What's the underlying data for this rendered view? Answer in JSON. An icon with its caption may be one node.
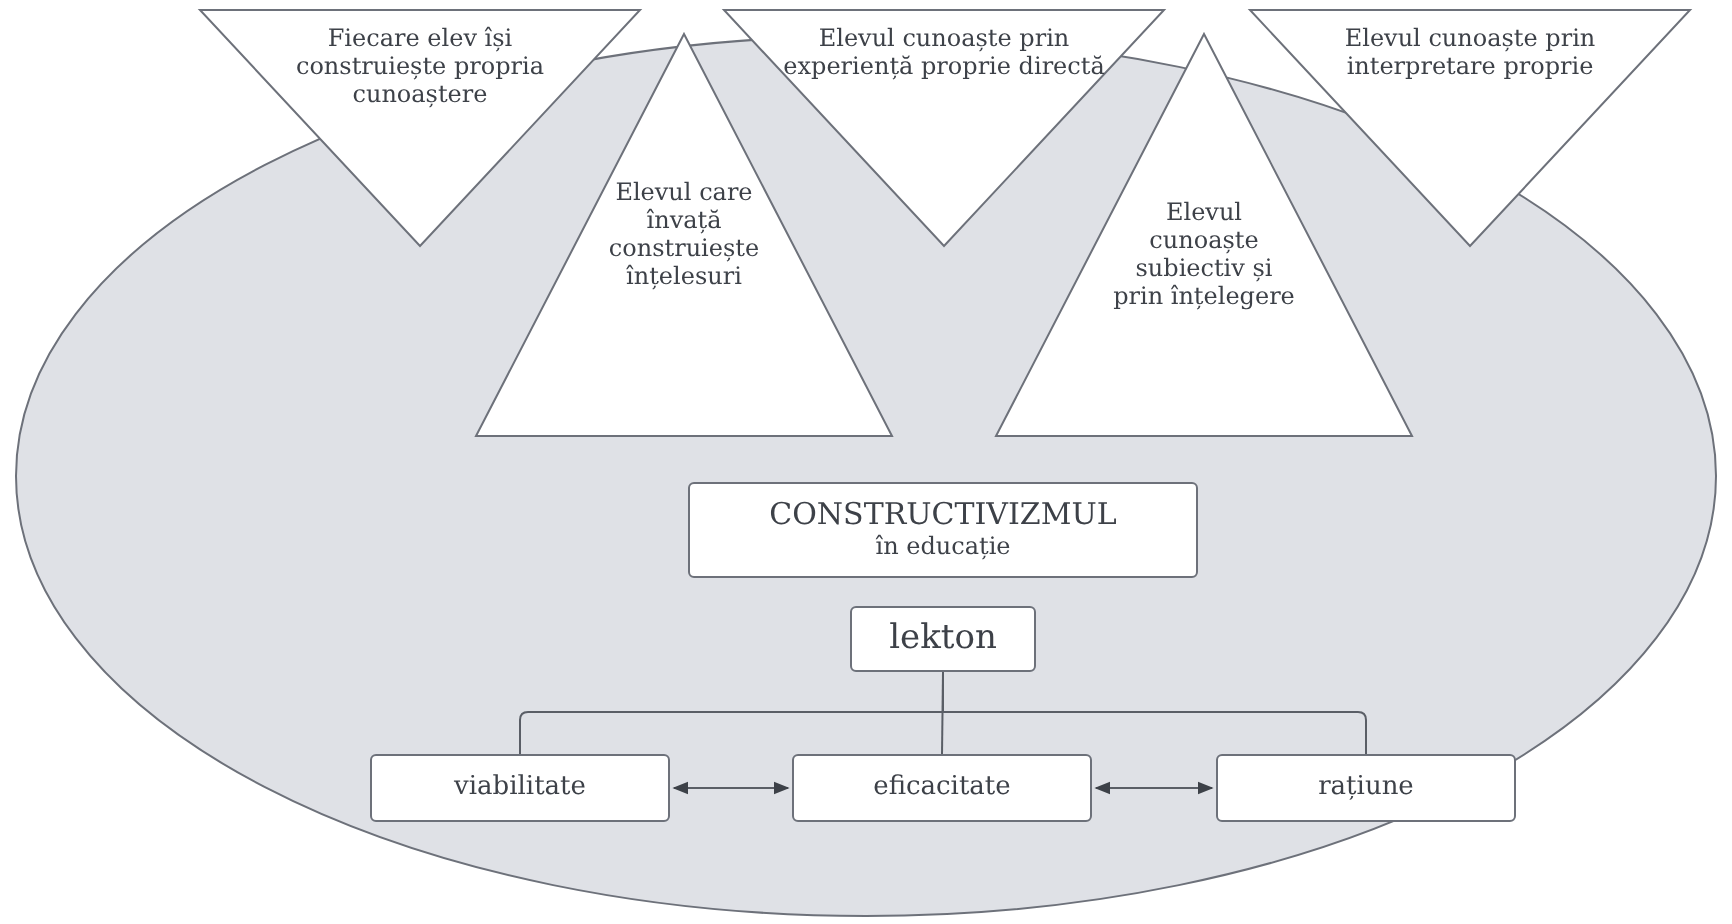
{
  "diagram": {
    "nodes": [
      {
        "text": [
          "Fiecare elev își construiește propria cunoaștere"
        ]
      },
      {
        "text": [
          "Elevul care învață construiește înțelesuri"
        ]
      },
      {
        "text": [
          "Elevul cunoaște prin experiență proprie directă"
        ]
      },
      {
        "text": [
          "Elevul cunoaște subiectiv și prin înțelegere"
        ]
      },
      {
        "text": [
          "Elevul cunoaște prin interpretare proprie"
        ]
      },
      {
        "text": [
          "CONSTRUCTIVIZMUL",
          "în educație"
        ]
      },
      {
        "text": [
          "lekton"
        ]
      },
      {
        "text": [
          "viabilitate"
        ]
      },
      {
        "text": [
          "eficacitate"
        ]
      },
      {
        "text": [
          "rațiune"
        ]
      }
    ],
    "edges": [
      {
        "from": 6,
        "to": 7,
        "arrow": "none"
      },
      {
        "from": 6,
        "to": 8,
        "arrow": "none"
      },
      {
        "from": 6,
        "to": 9,
        "arrow": "none"
      },
      {
        "from": 7,
        "to": 8,
        "arrow": "both"
      },
      {
        "from": 8,
        "to": 9,
        "arrow": "both"
      }
    ]
  }
}
